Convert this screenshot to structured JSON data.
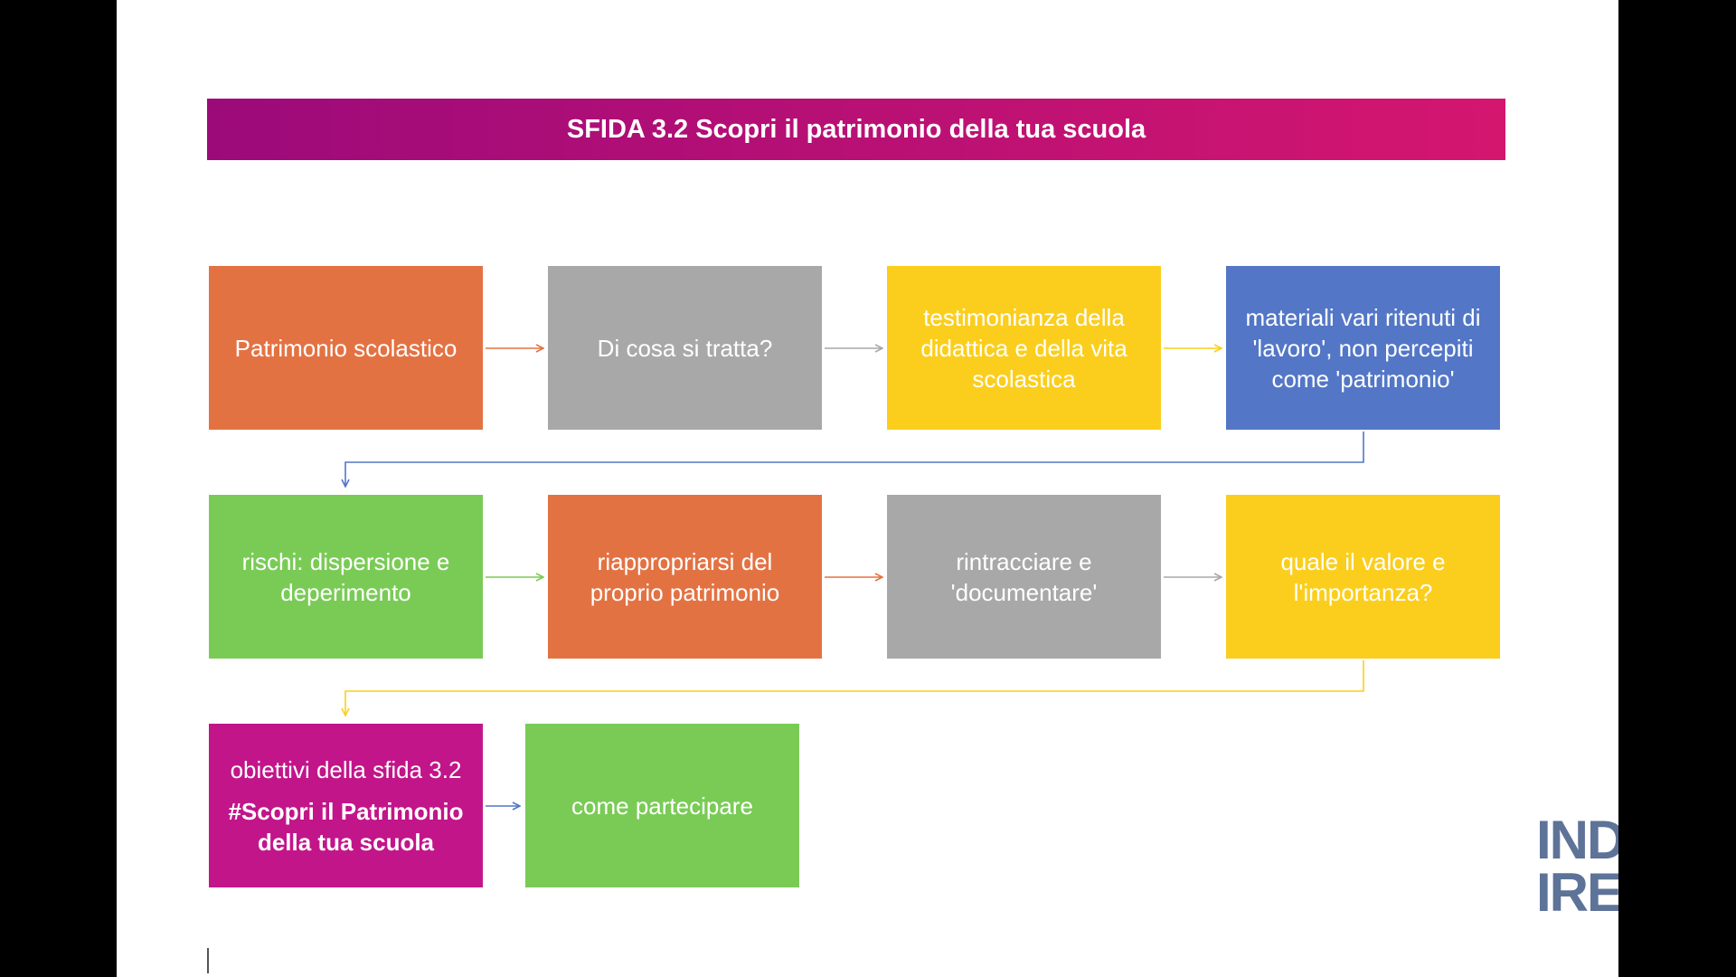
{
  "title": "SFIDA 3.2 Scopri il patrimonio della tua scuola",
  "colors": {
    "banner_start": "#9c0a7a",
    "banner_end": "#d4166f",
    "orange": "#e37243",
    "gray": "#a8a8a8",
    "yellow": "#fbce1e",
    "blue": "#5377c6",
    "green": "#7acb56",
    "magenta": "#c2158a",
    "logo": "#5d7397"
  },
  "flow": {
    "row1": [
      {
        "label": "Patrimonio scolastico",
        "color": "orange"
      },
      {
        "label": "Di cosa si tratta?",
        "color": "gray"
      },
      {
        "label": "testimonianza della didattica e della vita scolastica",
        "color": "yellow"
      },
      {
        "label": "materiali vari ritenuti di 'lavoro', non percepiti come 'patrimonio'",
        "color": "blue"
      }
    ],
    "row2": [
      {
        "label": "rischi: dispersione e deperimento",
        "color": "green"
      },
      {
        "label": "riappropriarsi del proprio patrimonio",
        "color": "orange"
      },
      {
        "label": "rintracciare e 'documentare'",
        "color": "gray"
      },
      {
        "label": "quale il valore e l'importanza?",
        "color": "yellow"
      }
    ],
    "row3": [
      {
        "label": "obiettivi della sfida 3.2",
        "sublabel": "#Scopri il Patrimonio della tua scuola",
        "color": "magenta"
      },
      {
        "label": "come partecipare",
        "color": "green"
      }
    ]
  },
  "logo": {
    "line1": "IND",
    "line2": "IRE"
  }
}
